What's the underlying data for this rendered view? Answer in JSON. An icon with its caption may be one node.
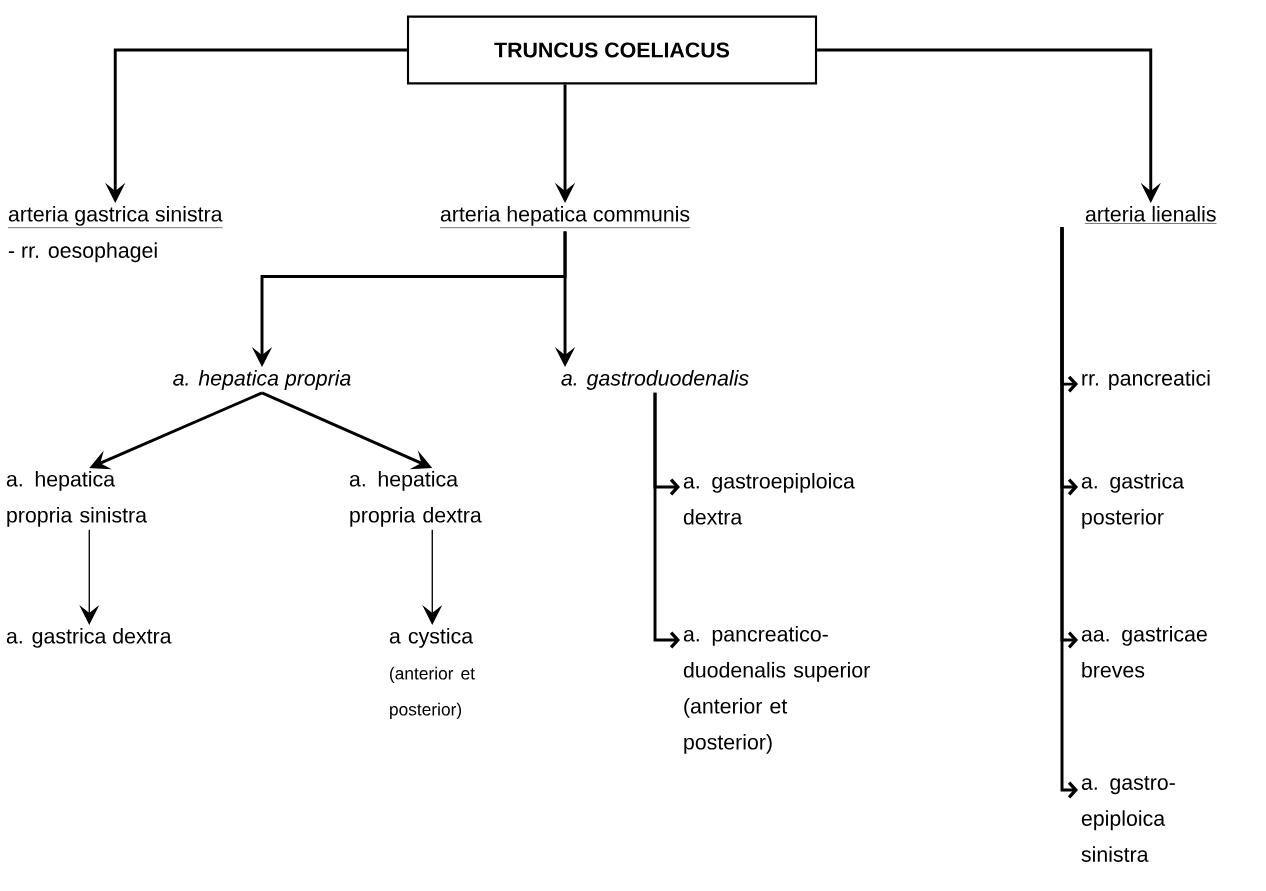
{
  "diagram": {
    "nodes": [
      {
        "text": [
          "TRUNCUS COELIACUS"
        ]
      },
      {
        "text": [
          "arteria gastrica sinistra"
        ],
        "beside": [
          "- rr. oesophagei"
        ]
      },
      {
        "text": [
          "arteria hepatica communis"
        ]
      },
      {
        "text": [
          "arteria lienalis"
        ]
      },
      {
        "text": [
          "a. hepatica propria"
        ]
      },
      {
        "text": [
          "a. gastroduodenalis"
        ]
      },
      {
        "text": [
          "rr. pancreatici"
        ]
      },
      {
        "text": [
          "a. hepatica propria sinistra"
        ]
      },
      {
        "text": [
          "a. hepatica propria dextra"
        ]
      },
      {
        "text": [
          "a. gastroepiploica dextra"
        ]
      },
      {
        "text": [
          "a. gastrica dextra"
        ]
      },
      {
        "text": [
          "a cystica",
          "(anterior et posterior)"
        ]
      },
      {
        "text": [
          "a. pancreatico-duodenalis superior (anterior et posterior)"
        ]
      },
      {
        "text": [
          "a. gastrica posterior"
        ]
      },
      {
        "text": [
          "aa. gastricae breves"
        ]
      },
      {
        "text": [
          "a. gastro-epiploica sinistra"
        ]
      }
    ],
    "edges": [
      {
        "from": 0,
        "to": 1,
        "arrow": "to"
      },
      {
        "from": 0,
        "to": 2,
        "arrow": "to"
      },
      {
        "from": 0,
        "to": 3,
        "arrow": "to"
      },
      {
        "from": 2,
        "to": 4,
        "arrow": "to"
      },
      {
        "from": 2,
        "to": 5,
        "arrow": "to"
      },
      {
        "from": 4,
        "to": 7,
        "arrow": "to"
      },
      {
        "from": 4,
        "to": 8,
        "arrow": "to"
      },
      {
        "from": 7,
        "to": 10,
        "arrow": "to"
      },
      {
        "from": 8,
        "to": 11,
        "arrow": "to"
      },
      {
        "from": 5,
        "to": 9,
        "arrow": "to"
      },
      {
        "from": 5,
        "to": 12,
        "arrow": "to"
      },
      {
        "from": 3,
        "to": 6,
        "arrow": "to"
      },
      {
        "from": 3,
        "to": 13,
        "arrow": "to"
      },
      {
        "from": 3,
        "to": 14,
        "arrow": "to"
      },
      {
        "from": 3,
        "to": 15,
        "arrow": "to"
      }
    ]
  }
}
